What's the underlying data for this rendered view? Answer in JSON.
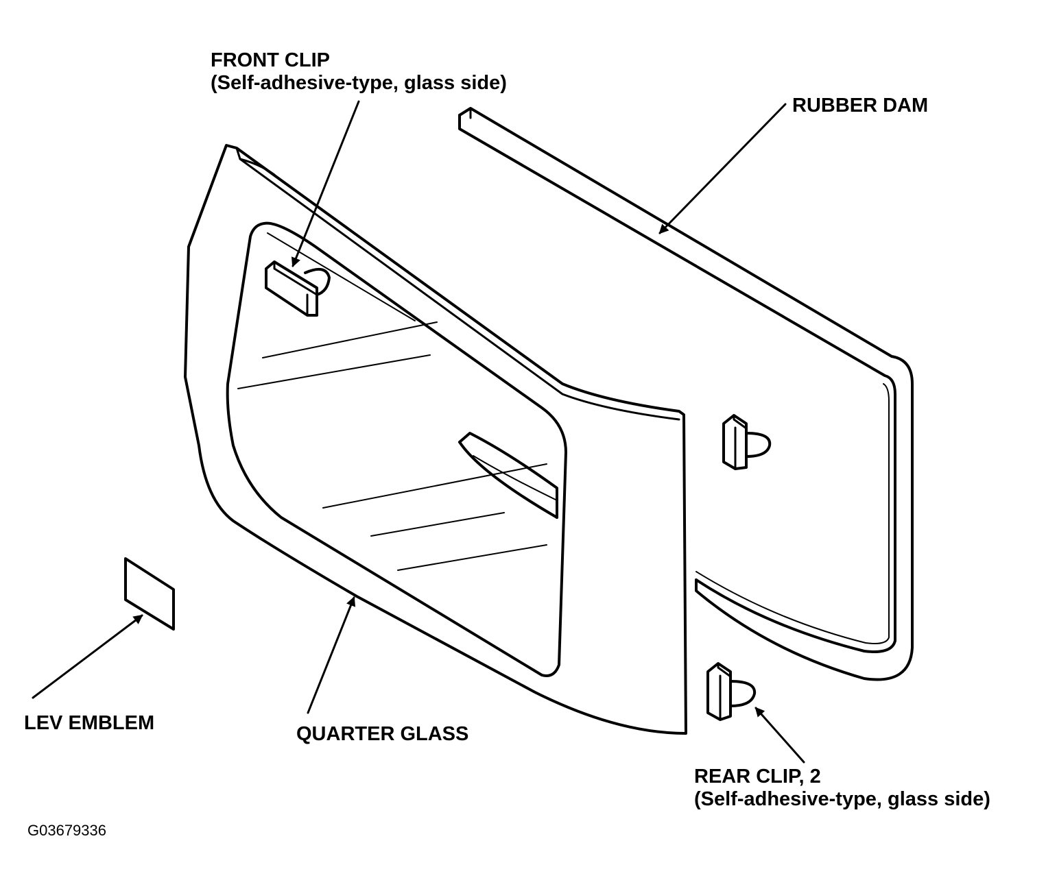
{
  "labels": {
    "front_clip_line1": "FRONT CLIP",
    "front_clip_line2": "(Self-adhesive-type, glass side)",
    "rubber_dam": "RUBBER DAM",
    "lev_emblem": "LEV EMBLEM",
    "quarter_glass": "QUARTER GLASS",
    "rear_clip_line1": "REAR CLIP, 2",
    "rear_clip_line2": "(Self-adhesive-type, glass side)"
  },
  "figure_id": "G03679336",
  "colors": {
    "ink": "#000000",
    "background": "#ffffff"
  }
}
